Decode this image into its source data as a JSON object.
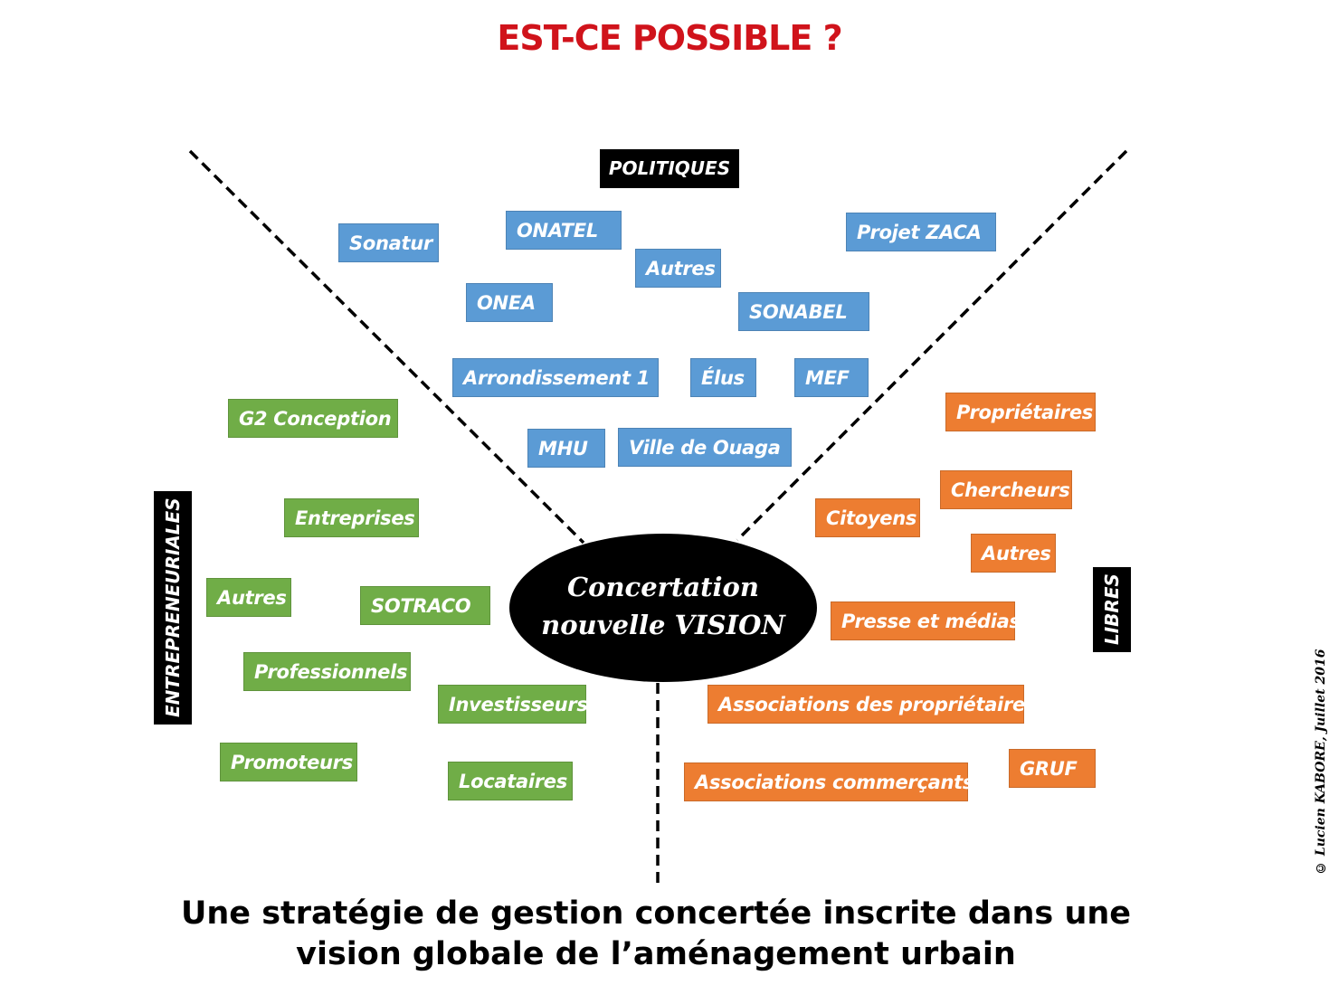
{
  "title": "EST-CE POSSIBLE ?",
  "categories": {
    "politiques": "POLITIQUES",
    "entrepreneuriales": "ENTREPRENEURIALES",
    "libres": "LIBRES"
  },
  "center": {
    "line1": "Concertation",
    "line2": "nouvelle VISION"
  },
  "actors": {
    "politiques": [
      "Sonatur",
      "ONATEL",
      "Autres",
      "Projet ZACA",
      "ONEA",
      "SONABEL",
      "Arrondissement 1",
      "Élus",
      "MEF",
      "MHU",
      "Ville de Ouaga"
    ],
    "entrepreneuriales": [
      "G2 Conception",
      "Entreprises",
      "Autres",
      "SOTRACO",
      "Professionnels",
      "Investisseurs",
      "Promoteurs",
      "Locataires"
    ],
    "libres": [
      "Propriétaires",
      "Chercheurs",
      "Citoyens",
      "Autres",
      "Presse et médias",
      "Associations des propriétaires",
      "GRUF",
      "Associations commerçants"
    ]
  },
  "colors": {
    "politiques": "#5b9bd5",
    "entrepreneuriales": "#70ad47",
    "libres": "#ed7d31",
    "title": "#d0131b"
  },
  "conclusion": {
    "line1": "Une stratégie de gestion concertée inscrite dans une",
    "line2": "vision globale de l’aménagement urbain"
  },
  "copyright": "© Lucien KABORE, Juillet 2016"
}
